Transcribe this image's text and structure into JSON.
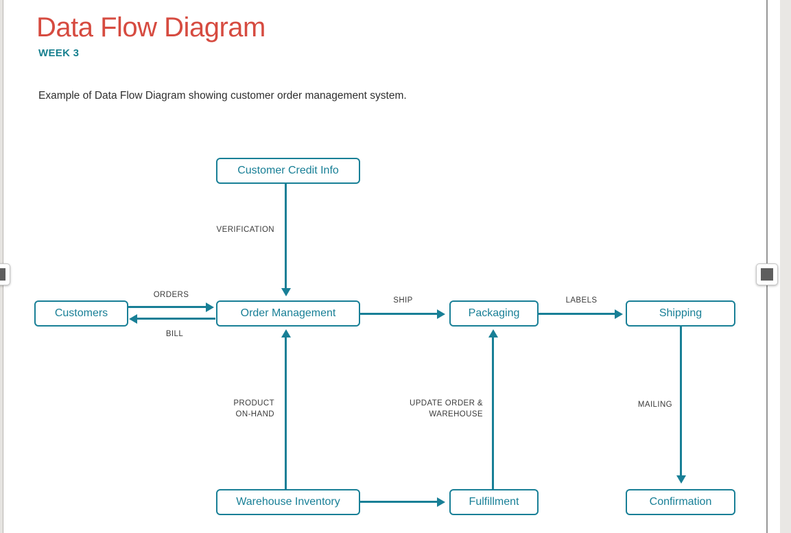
{
  "page": {
    "title": "Data Flow Diagram",
    "subtitle": "WEEK 3",
    "description": "Example of Data Flow Diagram showing customer order management system."
  },
  "colors": {
    "title_red": "#d64b40",
    "teal": "#187f96",
    "edge_label_gray": "#3a3a3a",
    "handle_gray": "#5e5e5e",
    "margin_gray": "#e9e7e4"
  },
  "diagram": {
    "nodes": {
      "customer_credit_info": {
        "label": "Customer Credit Info"
      },
      "customers": {
        "label": "Customers"
      },
      "order_management": {
        "label": "Order Management"
      },
      "packaging": {
        "label": "Packaging"
      },
      "shipping": {
        "label": "Shipping"
      },
      "warehouse_inventory": {
        "label": "Warehouse Inventory"
      },
      "fulfillment": {
        "label": "Fulfillment"
      },
      "confirmation": {
        "label": "Confirmation"
      }
    },
    "edges": {
      "verification": {
        "label": "VERIFICATION",
        "from": "customer_credit_info",
        "to": "order_management"
      },
      "orders": {
        "label": "ORDERS",
        "from": "customers",
        "to": "order_management"
      },
      "bill": {
        "label": "BILL",
        "from": "order_management",
        "to": "customers"
      },
      "ship": {
        "label": "SHIP",
        "from": "order_management",
        "to": "packaging"
      },
      "labels": {
        "label": "LABELS",
        "from": "packaging",
        "to": "shipping"
      },
      "product_on_hand": {
        "line1": "PRODUCT",
        "line2": "ON-HAND",
        "from": "warehouse_inventory",
        "to": "order_management"
      },
      "update_order_warehouse": {
        "line1": "UPDATE ORDER &",
        "line2": "WAREHOUSE",
        "from": "fulfillment",
        "to": "packaging"
      },
      "mailing": {
        "label": "MAILING",
        "from": "shipping",
        "to": "confirmation"
      },
      "restock": {
        "label": "",
        "from": "warehouse_inventory",
        "to": "fulfillment"
      }
    }
  }
}
